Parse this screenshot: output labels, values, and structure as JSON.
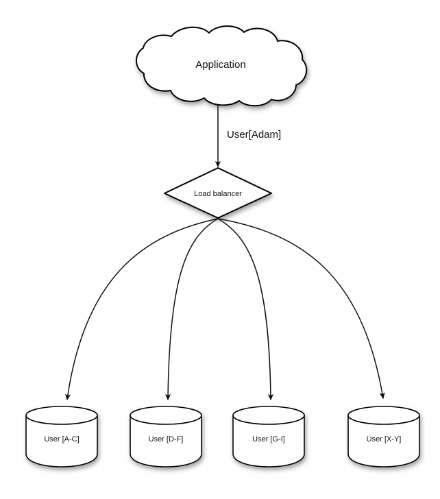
{
  "diagram": {
    "type": "architecture-flow",
    "background_color": "#ffffff",
    "stroke_color": "#000000",
    "text_color": "#111111",
    "nodes": {
      "application": {
        "label": "Application",
        "shape": "cloud"
      },
      "load_balancer": {
        "label": "Load balancer",
        "shape": "diamond"
      },
      "shards": [
        {
          "label": "User [A-C]",
          "shape": "cylinder"
        },
        {
          "label": "User [D-F]",
          "shape": "cylinder"
        },
        {
          "label": "User [G-I]",
          "shape": "cylinder"
        },
        {
          "label": "User [X-Y]",
          "shape": "cylinder"
        }
      ]
    },
    "edges": {
      "application_to_balancer": {
        "label": "User[Adam]",
        "arrow": "down"
      },
      "balancer_to_shards_arrow": "down"
    }
  }
}
